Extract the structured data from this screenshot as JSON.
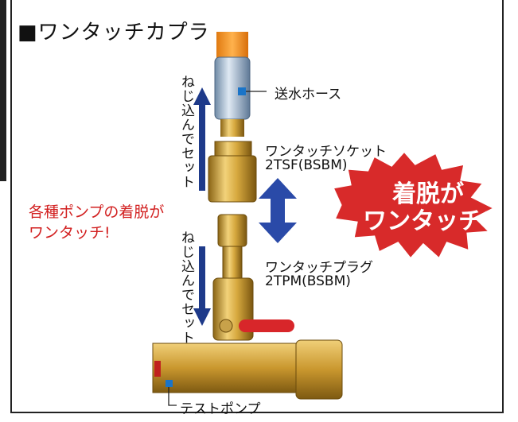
{
  "title": "■ワンタッチカプラ",
  "labels": {
    "hose": "送水ホース",
    "socket_name": "ワンタッチソケット",
    "socket_model": "2TSF(BSBM)",
    "plug_name": "ワンタッチプラグ",
    "plug_model": "2TPM(BSBM)",
    "test_pump": "テストポンプ",
    "screw_set_top": "ねじ込んでセット",
    "screw_set_bottom": "ねじ込んでセット"
  },
  "note": {
    "line1": "各種ポンプの着脱が",
    "line2": "ワンタッチ!"
  },
  "burst": {
    "line1": "着脱が",
    "line2": "ワンタッチ!"
  },
  "colors": {
    "accent_red": "#d22020",
    "arrow_blue": "#1e3a8a",
    "brass": "#c9972e",
    "hose_orange": "#f39a2b",
    "fitting_blue": "#9fb7cf"
  }
}
